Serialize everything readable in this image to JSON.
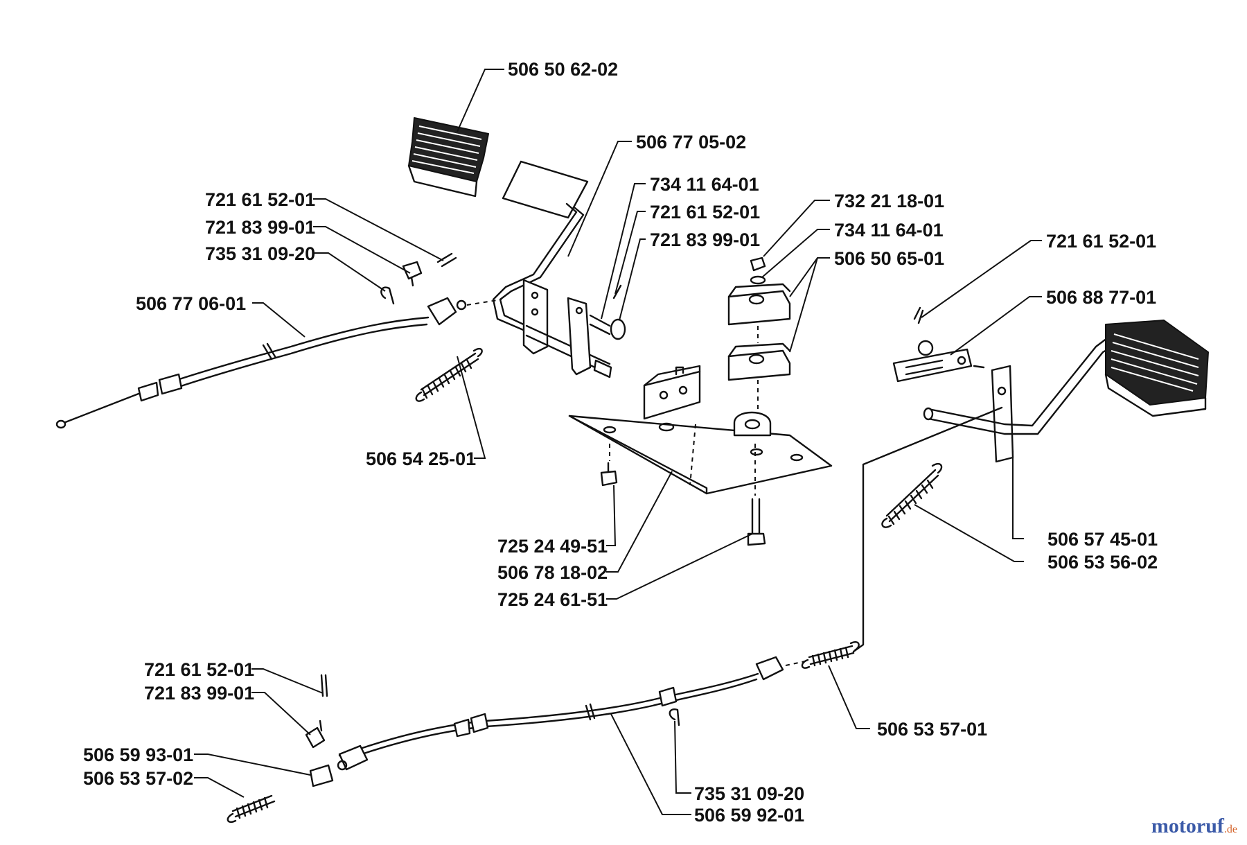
{
  "diagram": {
    "part_numbers": {
      "pedal_pad_left": "506 50 62-02",
      "left_pedal_arm": "506 77 05-02",
      "cotter_pin_1": "721 61 52-01",
      "washer_1": "721 83 99-01",
      "clip_1": "735 31 09-20",
      "cable_top": "506 77 06-01",
      "spring_left": "506 54 25-01",
      "nut_1": "734 11 64-01",
      "cotter_pin_2": "721 61 52-01",
      "washer_2": "721 83 99-01",
      "nut_2": "732 21 18-01",
      "nut_3": "734 11 64-01",
      "bushing_blocks": "506 50 65-01",
      "cotter_pin_3": "721 61 52-01",
      "bracket_right": "506 88 77-01",
      "right_pedal_arm": "506 57 45-01",
      "spring_right": "506 53 56-02",
      "bolt_1": "725 24 49-51",
      "base_plate": "506 78 18-02",
      "bolt_2": "725 24 61-51",
      "cotter_pin_4": "721 61 52-01",
      "washer_4": "721 83 99-01",
      "clevis": "506 59 93-01",
      "spring_bottom_left": "506 53 57-02",
      "spring_bottom_right": "506 53 57-01",
      "clip_2": "735 31 09-20",
      "cable_bottom": "506 59 92-01"
    }
  },
  "watermark": {
    "main": "motoruf",
    "suffix": ".de"
  }
}
